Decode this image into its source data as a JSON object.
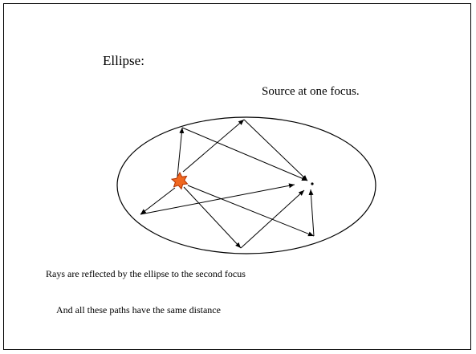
{
  "slide": {
    "title": "Ellipse:",
    "subtitle": "Source at one focus.",
    "caption_reflection": "Rays are reflected by the ellipse to the second focus",
    "caption_distance": "And all these paths have the same distance"
  },
  "colors": {
    "background": "#ffffff",
    "line": "#000000",
    "source_fill": "#f06820",
    "source_stroke": "#b03000"
  },
  "icons": {
    "source": "star-burst-icon",
    "second_focus": "dot-icon"
  }
}
